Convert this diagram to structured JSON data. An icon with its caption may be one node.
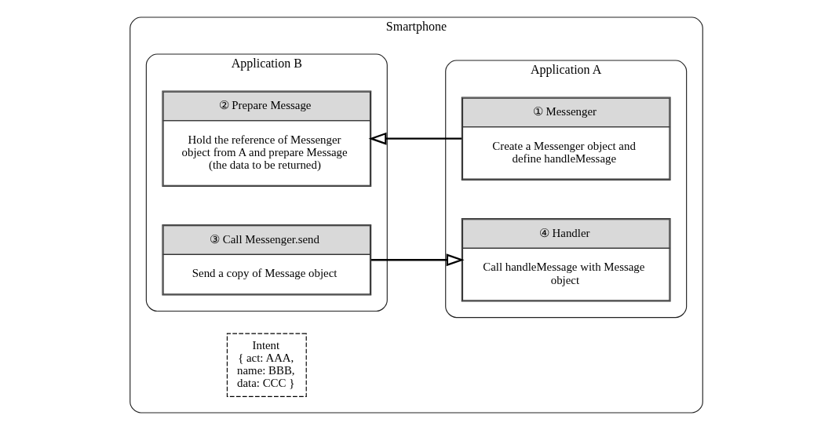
{
  "diagram": {
    "nodes": [
      {
        "text": [
          "Smartphone"
        ]
      },
      {
        "text": [
          "Application B"
        ],
        "in": 0
      },
      {
        "text": [
          "Application A"
        ],
        "in": 0
      },
      {
        "text": [
          "② Prepare Message",
          "Hold the reference of Messenger object from A and prepare Message (the data to be returned)"
        ],
        "in": 1
      },
      {
        "text": [
          "③ Call Messenger.send",
          "Send a copy of Message object"
        ],
        "in": 1
      },
      {
        "text": [
          "① Messenger",
          "Create a Messenger object and define handleMessage"
        ],
        "in": 2
      },
      {
        "text": [
          "④ Handler",
          "Call handleMessage with Message object"
        ],
        "in": 2
      },
      {
        "text": [
          "Intent",
          "{ act: AAA, name: BBB, data: CCC }"
        ],
        "in": 0
      }
    ],
    "edges": [
      {
        "from": 5,
        "to": 3,
        "arrow": "to"
      },
      {
        "from": 4,
        "to": 6,
        "arrow": "to"
      }
    ]
  }
}
